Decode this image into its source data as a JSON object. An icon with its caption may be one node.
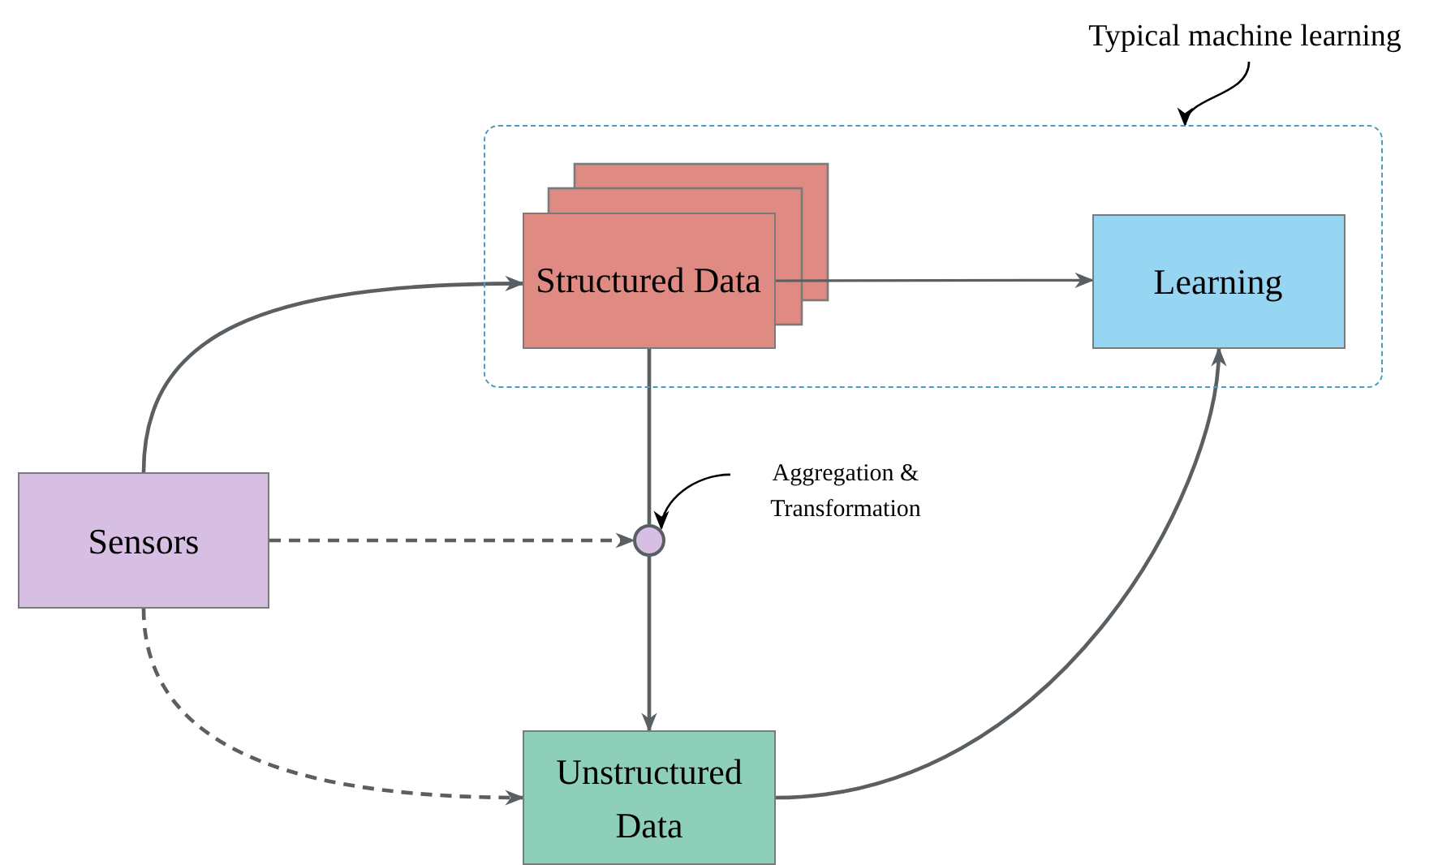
{
  "diagram": {
    "nodes": [
      {
        "text": [
          "Typical machine learning"
        ]
      },
      {
        "text": [],
        "shape": "box"
      },
      {
        "text": [
          "Structured Data"
        ],
        "in": 1
      },
      {
        "text": [
          "Learning"
        ],
        "in": 1
      },
      {
        "text": [
          "Sensors"
        ]
      },
      {
        "text": [
          "Aggregation & Transformation"
        ]
      },
      {
        "text": [],
        "shape": "circle"
      },
      {
        "text": [
          "Unstructured Data"
        ]
      }
    ],
    "edges": [
      {
        "from": 4,
        "to": 2,
        "arrow": "to"
      },
      {
        "from": 2,
        "to": 3,
        "arrow": "to"
      },
      {
        "from": 2,
        "to": 6,
        "arrow": "none"
      },
      {
        "from": 4,
        "to": 6,
        "arrow": "to",
        "style": "dashed"
      },
      {
        "from": 6,
        "to": 7,
        "arrow": "to"
      },
      {
        "from": 4,
        "to": 7,
        "arrow": "to",
        "style": "dashed"
      },
      {
        "from": 7,
        "to": 3,
        "arrow": "to"
      },
      {
        "from": 5,
        "to": 6,
        "arrow": "to",
        "color": "#000000"
      },
      {
        "from": 0,
        "to": 1,
        "arrow": "to",
        "color": "#000000"
      }
    ]
  }
}
